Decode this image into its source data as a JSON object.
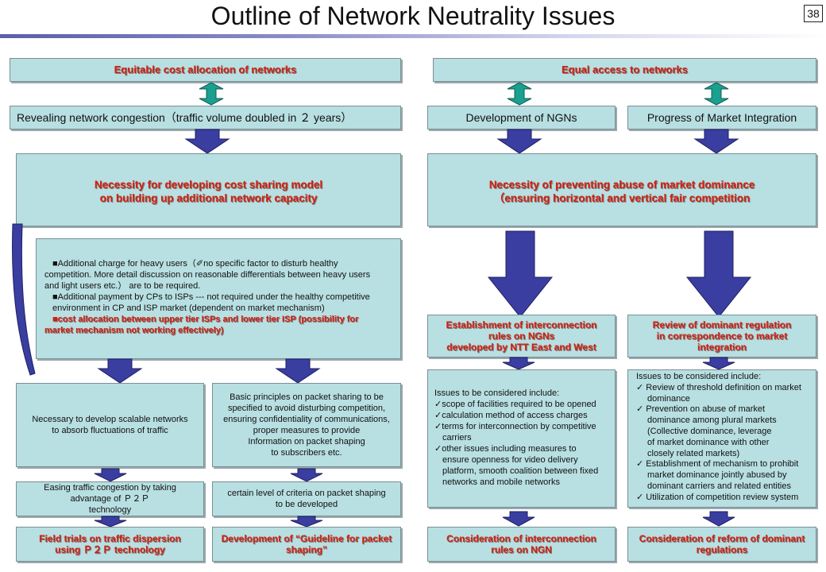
{
  "title": "Outline of Network Neutrality Issues",
  "page_number": "38",
  "left": {
    "header": "Equitable cost allocation of networks",
    "congestion": "Revealing network congestion（traffic volume doubled in ２ years）",
    "necessity": [
      "Necessity for developing cost sharing model",
      "on building up additional network capacity"
    ],
    "bullets": [
      "■Additional charge for heavy users（✐no specific factor to disturb healthy",
      "competition. More detail discussion on reasonable differentials between heavy users",
      "and light users etc.） are to be required.",
      "■Additional payment by CPs to ISPs --- not required under the healthy competitive",
      "environment in CP and ISP market (dependent on market mechanism)",
      "■cost allocation between upper tier ISPs and lower tier ISP (possibility for",
      "market mechanism not working effectively)"
    ],
    "scalable": [
      "Necessary to develop scalable networks",
      "to absorb fluctuations of traffic"
    ],
    "principles": [
      "Basic principles on packet sharing to be",
      "specified to avoid disturbing competition,",
      "ensuring confidentiality of communications,",
      "proper measures to provide",
      "Information on packet shaping",
      "to subscribers etc."
    ],
    "easing": [
      "Easing traffic congestion by taking",
      "advantage of Ｐ２Ｐ",
      "technology"
    ],
    "criteria": [
      "certain level of criteria on packet shaping",
      "to be developed"
    ],
    "field": [
      "Field trials on traffic dispersion",
      "using Ｐ２Ｐ technology"
    ],
    "guideline": [
      "Development of “Guideline for packet",
      "shaping”"
    ]
  },
  "right": {
    "header": "Equal access to networks",
    "ngn": "Development of NGNs",
    "integration": "Progress of Market Integration",
    "necessity": [
      "Necessity of preventing abuse of market dominance",
      "（ensuring horizontal and vertical fair competition"
    ],
    "interconnection": [
      "Establishment of interconnection",
      "rules on NGNs",
      "developed by NTT East and West"
    ],
    "review": [
      "Review of dominant regulation",
      "in correspondence to market",
      "integration"
    ],
    "issues_a": [
      "Issues to be considered include:",
      "✓scope of facilities required to be opened",
      "✓calculation method of access charges",
      "✓terms for interconnection by competitive",
      "carriers",
      "✓other issues including measures to",
      "ensure openness for video delivery",
      "platform, smooth coalition between fixed",
      "networks and mobile networks"
    ],
    "issues_b": [
      "Issues to be considered include:",
      "✓ Review of threshold definition on market",
      "dominance",
      "✓ Prevention on abuse of market",
      "dominance among plural markets",
      "(Collective dominance, leverage",
      "of market dominance with other",
      "closely related markets)",
      "✓ Establishment of mechanism to prohibit",
      "market dominance jointly abused by",
      "dominant carriers and related entities",
      "✓ Utilization of competition review system"
    ],
    "consider_ngn": [
      "Consideration of interconnection",
      "rules on NGN"
    ],
    "consider_reform": [
      "Consideration of reform of dominant",
      "regulations"
    ]
  },
  "colors": {
    "box_fill": "#b8dfe2",
    "emphasis_text": "#d2200f",
    "arrow_blue": "#3a3ea0",
    "arrow_teal": "#1aa08f"
  }
}
